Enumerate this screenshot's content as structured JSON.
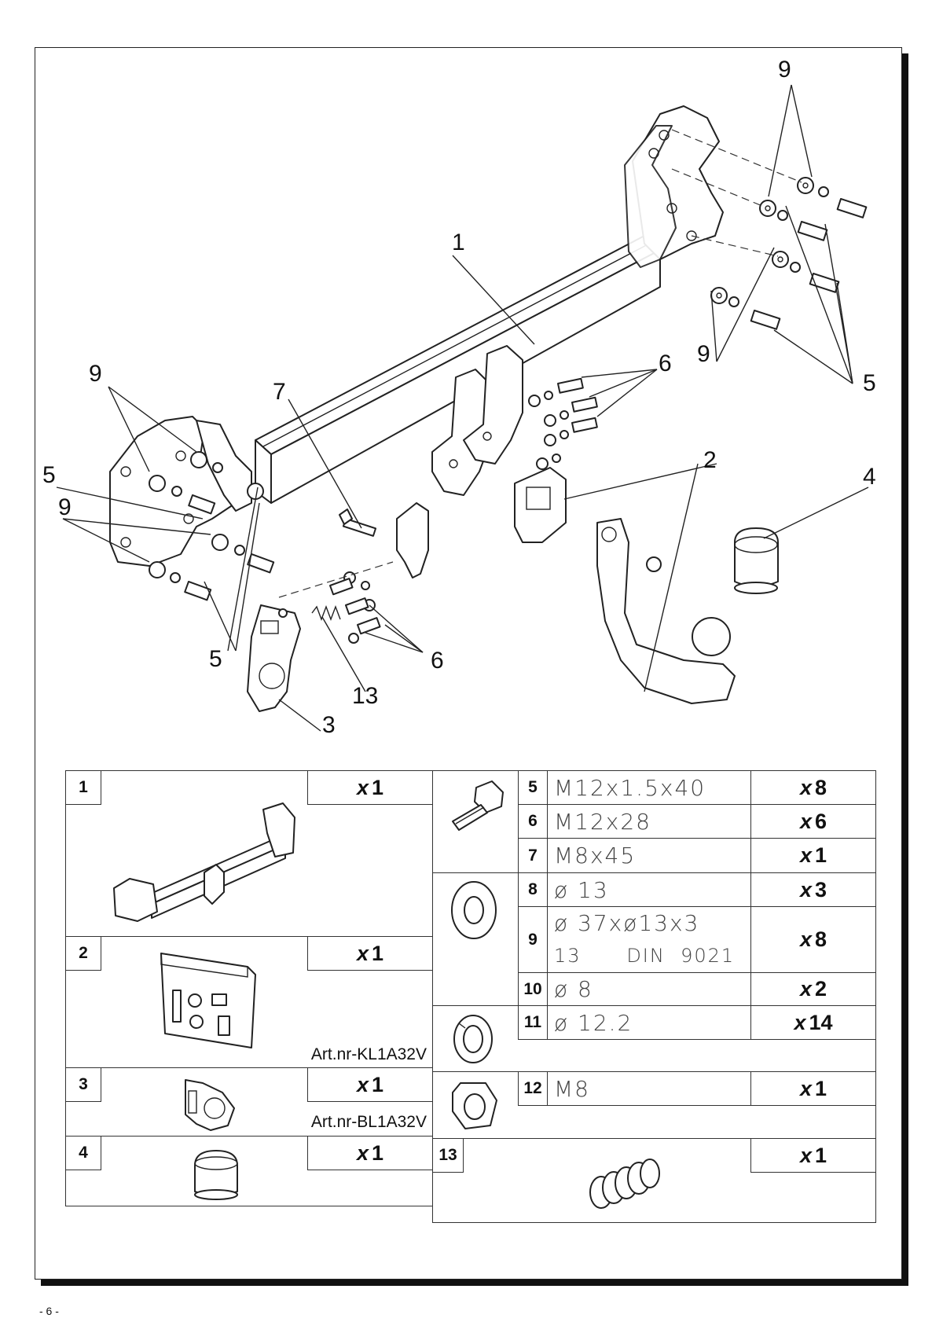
{
  "callouts": {
    "c1": "1",
    "c2": "2",
    "c3": "3",
    "c4": "4",
    "c5_left_top": "5",
    "c5_left_bottom": "5",
    "c5_right": "5",
    "c6_right": "6",
    "c6_lower": "6",
    "c7": "7",
    "c9_left_top": "9",
    "c9_left_mid": "9",
    "c9_right_top": "9",
    "c9_right_bottom": "9",
    "c13": "13"
  },
  "parts_table": {
    "rows": [
      {
        "num": "1",
        "qty_x": "x",
        "qty": "1",
        "icon": "tow-bar-crossbar-icon"
      },
      {
        "num": "2",
        "qty_x": "x",
        "qty": "1",
        "icon": "wiring-kit-bag-icon",
        "art": "Art.nr-KL1A32V"
      },
      {
        "num": "3",
        "qty_x": "x",
        "qty": "1",
        "icon": "socket-bracket-icon",
        "art": "Art.nr-BL1A32V"
      },
      {
        "num": "4",
        "qty_x": "x",
        "qty": "1",
        "icon": "ball-cap-icon"
      }
    ],
    "fasteners": [
      {
        "num": "5",
        "spec": "M12x1.5x40",
        "qty_x": "x",
        "qty": "8"
      },
      {
        "num": "6",
        "spec": "M12x28",
        "qty_x": "x",
        "qty": "6"
      },
      {
        "num": "7",
        "spec": "M8x45",
        "qty_x": "x",
        "qty": "1"
      },
      {
        "num": "8",
        "spec": "ø 13",
        "qty_x": "x",
        "qty": "3"
      },
      {
        "num": "9",
        "spec": "ø 37xø13x3",
        "spec2": "13      DIN  9021",
        "qty_x": "x",
        "qty": "8"
      },
      {
        "num": "10",
        "spec": "ø 8",
        "qty_x": "x",
        "qty": "2"
      },
      {
        "num": "11",
        "spec": "ø 12.2",
        "qty_x": "x",
        "qty": "14"
      },
      {
        "num": "12",
        "spec": "M8",
        "qty_x": "x",
        "qty": "1"
      },
      {
        "num": "13",
        "spec": "",
        "qty_x": "x",
        "qty": "1"
      }
    ],
    "fastener_icons": [
      "bolt-icon",
      "flat-washer-icon",
      "spring-washer-icon",
      "nut-icon",
      "spring-icon"
    ]
  },
  "page_number": "- 6 -"
}
